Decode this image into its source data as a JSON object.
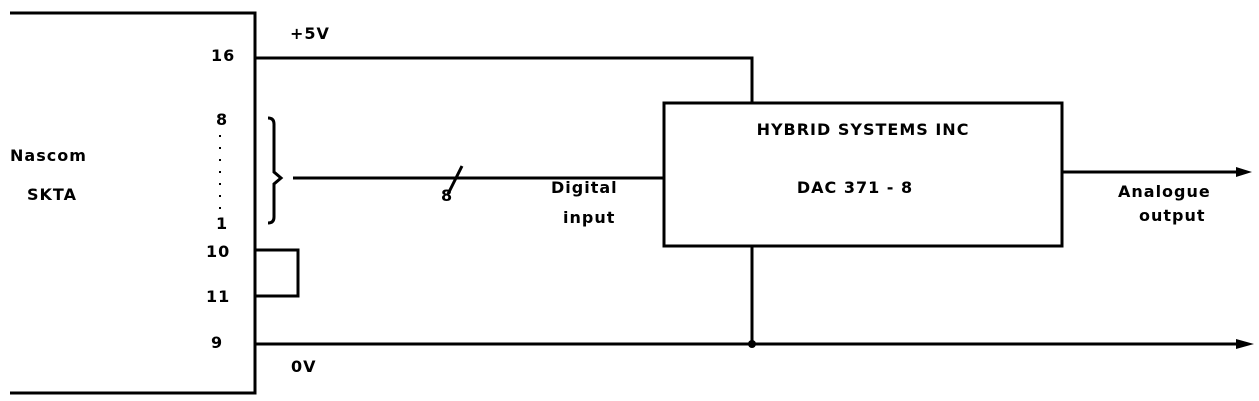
{
  "nascom": {
    "line1": "Nascom",
    "line2": "SKTA"
  },
  "pins": {
    "p16": "16",
    "p8": "8",
    "p1": "1",
    "p10": "10",
    "p11": "11",
    "p9": "9"
  },
  "rails": {
    "positive": "+5V",
    "ground": "0V"
  },
  "bus": {
    "width": "8",
    "label1": "Digital",
    "label2": "input"
  },
  "dac": {
    "maker": "HYBRID SYSTEMS INC",
    "model": "DAC 371 - 8"
  },
  "output": {
    "label1": "Analogue",
    "label2": "output"
  }
}
